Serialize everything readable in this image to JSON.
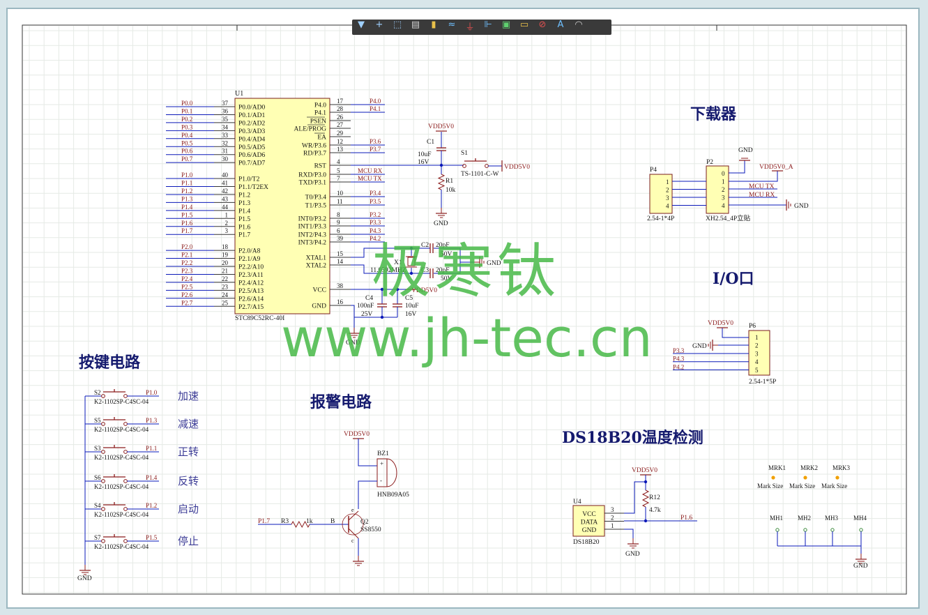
{
  "toolbar": {
    "icons": [
      "filter-icon",
      "crosshair-icon",
      "select-rect-icon",
      "align-icon",
      "part-icon",
      "bus-icon",
      "ground-icon",
      "net-label-icon",
      "sheet-icon",
      "port-icon",
      "no-erc-icon",
      "text-icon",
      "arc-icon"
    ],
    "glyphs": [
      "▼",
      "+",
      "⬚",
      "▤",
      "▮",
      "≈",
      "⏚",
      "⊩",
      "▣",
      "▭",
      "⊘",
      "A",
      "◠"
    ]
  },
  "watermark": {
    "line1": "极寒钛",
    "line2": "www.jh-tec.cn"
  },
  "titles": {
    "downloader": "下载器",
    "io": "I/O口",
    "keys": "按键电路",
    "alarm": "报警电路",
    "ds18b20": "DS18B20温度检测"
  },
  "mcu": {
    "ref": "U1",
    "part": "STC89C52RC-40I",
    "left_pins": [
      {
        "net": "P0.0",
        "num": "37",
        "name": "P0.0/AD0"
      },
      {
        "net": "P0.1",
        "num": "36",
        "name": "P0.1/AD1"
      },
      {
        "net": "P0.2",
        "num": "35",
        "name": "P0.2/AD2"
      },
      {
        "net": "P0.3",
        "num": "34",
        "name": "P0.3/AD3"
      },
      {
        "net": "P0.4",
        "num": "33",
        "name": "P0.4/AD4"
      },
      {
        "net": "P0.5",
        "num": "32",
        "name": "P0.5/AD5"
      },
      {
        "net": "P0.6",
        "num": "31",
        "name": "P0.6/AD6"
      },
      {
        "net": "P0.7",
        "num": "30",
        "name": "P0.7/AD7"
      },
      {
        "net": "",
        "num": "",
        "name": ""
      },
      {
        "net": "P1.0",
        "num": "40",
        "name": "P1.0/T2"
      },
      {
        "net": "P1.1",
        "num": "41",
        "name": "P1.1/T2EX"
      },
      {
        "net": "P1.2",
        "num": "42",
        "name": "P1.2"
      },
      {
        "net": "P1.3",
        "num": "43",
        "name": "P1.3"
      },
      {
        "net": "P1.4",
        "num": "44",
        "name": "P1.4"
      },
      {
        "net": "P1.5",
        "num": "1",
        "name": "P1.5"
      },
      {
        "net": "P1.6",
        "num": "2",
        "name": "P1.6"
      },
      {
        "net": "P1.7",
        "num": "3",
        "name": "P1.7"
      },
      {
        "net": "",
        "num": "",
        "name": ""
      },
      {
        "net": "P2.0",
        "num": "18",
        "name": "P2.0/A8"
      },
      {
        "net": "P2.1",
        "num": "19",
        "name": "P2.1/A9"
      },
      {
        "net": "P2.2",
        "num": "20",
        "name": "P2.2/A10"
      },
      {
        "net": "P2.3",
        "num": "21",
        "name": "P2.3/A11"
      },
      {
        "net": "P2.4",
        "num": "22",
        "name": "P2.4/A12"
      },
      {
        "net": "P2.5",
        "num": "23",
        "name": "P2.5/A13"
      },
      {
        "net": "P2.6",
        "num": "24",
        "name": "P2.6/A14"
      },
      {
        "net": "P2.7",
        "num": "25",
        "name": "P2.7/A15"
      }
    ],
    "right_pins": [
      {
        "name": "P4.0",
        "num": "17",
        "net": "P4.0"
      },
      {
        "name": "P4.1",
        "num": "28",
        "net": "P4.1"
      },
      {
        "name": "PSEN",
        "num": "26",
        "net": ""
      },
      {
        "name": "ALE/PROG",
        "num": "27",
        "net": ""
      },
      {
        "name": "EA",
        "num": "29",
        "net": ""
      },
      {
        "name": "WR/P3.6",
        "num": "12",
        "net": "P3.6"
      },
      {
        "name": "RD/P3.7",
        "num": "13",
        "net": "P3.7"
      },
      {
        "name": "RST",
        "num": "4",
        "net": ""
      },
      {
        "name": "RXD/P3.0",
        "num": "5",
        "net": "MCU RX"
      },
      {
        "name": "TXD/P3.1",
        "num": "7",
        "net": "MCU TX"
      },
      {
        "name": "T0/P3.4",
        "num": "10",
        "net": "P3.4"
      },
      {
        "name": "T1/P3.5",
        "num": "11",
        "net": "P3.5"
      },
      {
        "name": "INT0/P3.2",
        "num": "8",
        "net": "P3.2"
      },
      {
        "name": "INT1/P3.3",
        "num": "9",
        "net": "P3.3"
      },
      {
        "name": "INT2/P4.3",
        "num": "6",
        "net": "P4.3"
      },
      {
        "name": "INT3/P4.2",
        "num": "39",
        "net": "P4.2"
      },
      {
        "name": "XTAL1",
        "num": "15",
        "net": ""
      },
      {
        "name": "XTAL2",
        "num": "14",
        "net": ""
      },
      {
        "name": "VCC",
        "num": "38",
        "net": ""
      },
      {
        "name": "GND",
        "num": "16",
        "net": ""
      }
    ]
  },
  "reset": {
    "vdd": "VDD5V0",
    "c1_ref": "C1",
    "c1_val": "10uF",
    "c1_v": "16V",
    "s1_ref": "S1",
    "s1_part": "TS-1101-C-W",
    "s1_vdd": "VDD5V0",
    "r1_ref": "R1",
    "r1_val": "10k",
    "gnd": "GND"
  },
  "crystal": {
    "c2_ref": "C2",
    "c2_val": "20pF",
    "c2_v": "50V",
    "c3_ref": "C3",
    "c3_val": "20pF",
    "c3_v": "50V",
    "x1_ref": "X1",
    "x1_val": "11.0592MHZ",
    "gnd": "GND"
  },
  "power": {
    "vdd": "VDD5V0",
    "c4_ref": "C4",
    "c4_val": "100nF",
    "c4_v": "25V",
    "c5_ref": "C5",
    "c5_val": "10uF",
    "c5_v": "16V",
    "gnd": "GND"
  },
  "downloader": {
    "p4_ref": "P4",
    "p4_pins": [
      "1",
      "2",
      "3",
      "4"
    ],
    "p4_part": "2.54-1*4P",
    "p2_ref": "P2",
    "p2_pins": [
      "0",
      "1",
      "2",
      "3",
      "4"
    ],
    "p2_part": "XH2.54_4P立贴",
    "gnd_top": "GND",
    "vdd": "VDD5V0_A",
    "tx": "MCU TX",
    "rx": "MCU RX",
    "gnd_right": "GND"
  },
  "io": {
    "vdd": "VDD5V0",
    "gnd": "GND",
    "p6_ref": "P6",
    "p6_pins": [
      "1",
      "2",
      "3",
      "4",
      "5"
    ],
    "p6_part": "2.54-1*5P",
    "nets": [
      "P3.3",
      "P4.3",
      "P4.2"
    ]
  },
  "keys": {
    "rows": [
      {
        "ref": "S2",
        "net": "P1.0",
        "part": "K2-1102SP-C4SC-04",
        "func": "加速"
      },
      {
        "ref": "S5",
        "net": "P1.3",
        "part": "K2-1102SP-C4SC-04",
        "func": "减速"
      },
      {
        "ref": "S3",
        "net": "P1.1",
        "part": "K2-1102SP-C4SC-04",
        "func": "正转"
      },
      {
        "ref": "S6",
        "net": "P1.4",
        "part": "K2-1102SP-C4SC-04",
        "func": "反转"
      },
      {
        "ref": "S4",
        "net": "P1.2",
        "part": "K2-1102SP-C4SC-04",
        "func": "启动"
      },
      {
        "ref": "S7",
        "net": "P1.5",
        "part": "K2-1102SP-C4SC-04",
        "func": "停止"
      }
    ],
    "gnd": "GND"
  },
  "alarm": {
    "vdd": "VDD5V0",
    "bz_ref": "BZ1",
    "bz_part": "HNB09A05",
    "plus": "+",
    "minus": "-",
    "net_in": "P1.7",
    "r3_ref": "R3",
    "r3_val": "1k",
    "b": "B",
    "e": "e",
    "c": "c",
    "q2_ref": "Q2",
    "q2_part": "SS8550"
  },
  "ds18b20": {
    "vdd": "VDD5V0",
    "u4_ref": "U4",
    "u4_part": "DS18B20",
    "pin_names": [
      "VCC",
      "DATA",
      "GND"
    ],
    "pin_nums": [
      "3",
      "2",
      "1"
    ],
    "r12_ref": "R12",
    "r12_val": "4.7k",
    "net": "P1.6",
    "gnd": "GND"
  },
  "marks": {
    "mrk": [
      {
        "ref": "MRK1",
        "label": "Mark Size"
      },
      {
        "ref": "MRK2",
        "label": "Mark Size"
      },
      {
        "ref": "MRK3",
        "label": "Mark Size"
      }
    ],
    "mh": [
      "MH1",
      "MH2",
      "MH3",
      "MH4"
    ],
    "gnd": "GND"
  },
  "colors": {
    "wire": "#0a18b8",
    "part": "#8a1a1a",
    "body": "#ffffb4",
    "text": "#141414",
    "grid": "#e5eae5",
    "sheet": "#ffffff"
  }
}
